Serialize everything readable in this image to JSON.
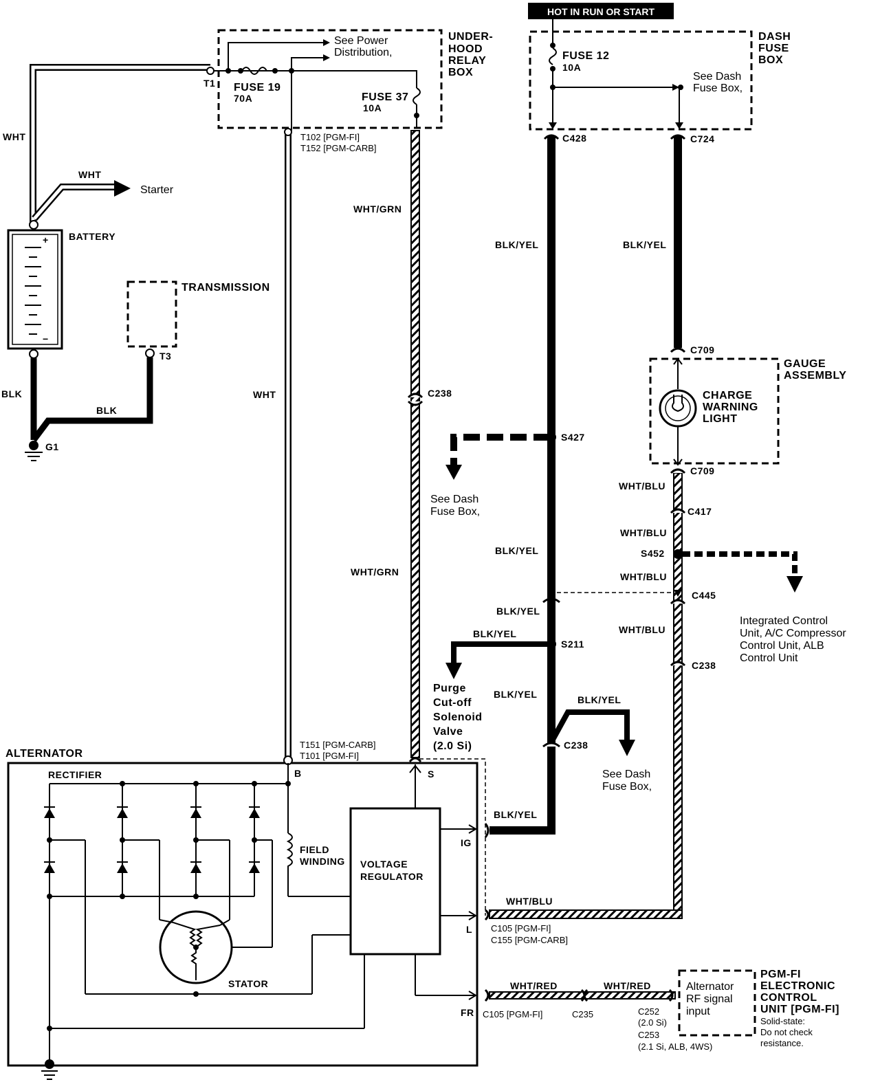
{
  "banner": "HOT IN RUN OR START",
  "boxes": {
    "underhood": [
      "UNDER-",
      "HOOD",
      "RELAY",
      "BOX"
    ],
    "dash": [
      "DASH",
      "FUSE",
      "BOX"
    ],
    "gauge": [
      "GAUGE",
      "ASSEMBLY"
    ],
    "transmission": "TRANSMISSION",
    "alternator": "ALTERNATOR",
    "ecu": [
      "PGM-FI",
      "ELECTRONIC",
      "CONTROL",
      "UNIT [PGM-FI]",
      "Solid-state:",
      "Do not check",
      "resistance."
    ],
    "ecu_input": [
      "Alternator",
      "RF signal",
      "input"
    ]
  },
  "fuses": {
    "f19": {
      "name": "FUSE 19",
      "rating": "70A"
    },
    "f37": {
      "name": "FUSE 37",
      "rating": "10A"
    },
    "f12": {
      "name": "FUSE 12",
      "rating": "10A"
    }
  },
  "components": {
    "battery": "BATTERY",
    "starter": "Starter",
    "rectifier": "RECTIFIER",
    "stator": "STATOR",
    "field": [
      "FIELD",
      "WINDING"
    ],
    "regulator": [
      "VOLTAGE",
      "REGULATOR"
    ],
    "charge_light": [
      "CHARGE",
      "WARNING",
      "LIGHT"
    ],
    "purge": [
      "Purge",
      "Cut-off",
      "Solenoid",
      "Valve",
      "(2.0 Si)"
    ],
    "icu": [
      "Integrated Control",
      "Unit, A/C Compressor",
      "Control Unit, ALB",
      "Control Unit"
    ]
  },
  "refs": {
    "power_dist": [
      "See Power",
      "Distribution,"
    ],
    "dash_fuse": [
      "See Dash",
      "Fuse Box,"
    ]
  },
  "terminals": {
    "t1": "T1",
    "t3": "T3",
    "g1": "G1",
    "t102": "T102 [PGM-FI]",
    "t152": "T152 [PGM-CARB]",
    "t151": "T151 [PGM-CARB]",
    "t101": "T101 [PGM-FI]",
    "b": "B",
    "s": "S",
    "ig": "IG",
    "l": "L",
    "fr": "FR"
  },
  "connectors": {
    "c428": "C428",
    "c724": "C724",
    "c709a": "C709",
    "c709b": "C709",
    "c417": "C417",
    "s452": "S452",
    "c445": "C445",
    "c238a": "C238",
    "c238b": "C238",
    "c238c": "C238",
    "s427": "S427",
    "s211": "S211",
    "c105a": "C105 [PGM-FI]",
    "c155": "C155 [PGM-CARB]",
    "c105b": "C105 [PGM-FI]",
    "c235": "C235",
    "c252": [
      "C252",
      "(2.0 Si)"
    ],
    "c253": [
      "C253",
      "(2.1 Si, ALB, 4WS)"
    ]
  },
  "wires": {
    "wht": "WHT",
    "blk": "BLK",
    "wht_grn": "WHT/GRN",
    "blk_yel": "BLK/YEL",
    "wht_blu": "WHT/BLU",
    "wht_red": "WHT/RED"
  }
}
